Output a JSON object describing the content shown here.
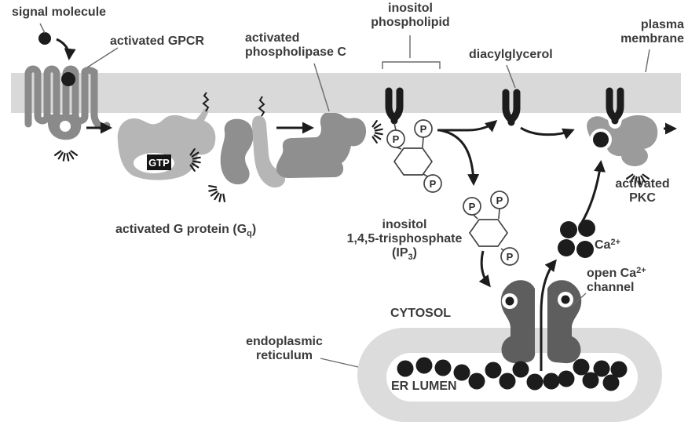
{
  "colors": {
    "membrane_gray": "#d9d9d9",
    "er_gray": "#dcdcdc",
    "protein_light": "#b6b6b6",
    "protein_mid": "#8f8f8f",
    "gpcr_gray": "#8a8a8a",
    "pkc_gray": "#9b9b9b",
    "channel_dark": "#5e5e5e",
    "ink_black": "#1c1c1c",
    "text_gray": "#3b3b3b"
  },
  "labels": {
    "signal_molecule": "signal molecule",
    "activated_gpcr": "activated GPCR",
    "activated_plc": [
      "activated",
      "phospholipase C"
    ],
    "inositol_phospholipid": [
      "inositol",
      "phospholipid"
    ],
    "diacylglycerol": "diacylglycerol",
    "plasma_membrane": [
      "plasma",
      "membrane"
    ],
    "g_protein": {
      "pre": "activated G protein (G",
      "sub": "q",
      "post": ")"
    },
    "gtp": "GTP",
    "ip3": {
      "l1": "inositol",
      "l2": "1,4,5-trisphosphate",
      "l3pre": "(IP",
      "l3sub": "3",
      "l3post": ")"
    },
    "cytosol": "CYTOSOL",
    "endoplasmic_reticulum": [
      "endoplasmic",
      "reticulum"
    ],
    "er_lumen": "ER LUMEN",
    "ca_ion": {
      "base": "Ca",
      "sup": "2+"
    },
    "open_channel": {
      "l1base": "open Ca",
      "l1sup": "2+",
      "l2": "channel"
    },
    "activated_pkc": [
      "activated",
      "PKC"
    ],
    "phosphate": "P"
  }
}
